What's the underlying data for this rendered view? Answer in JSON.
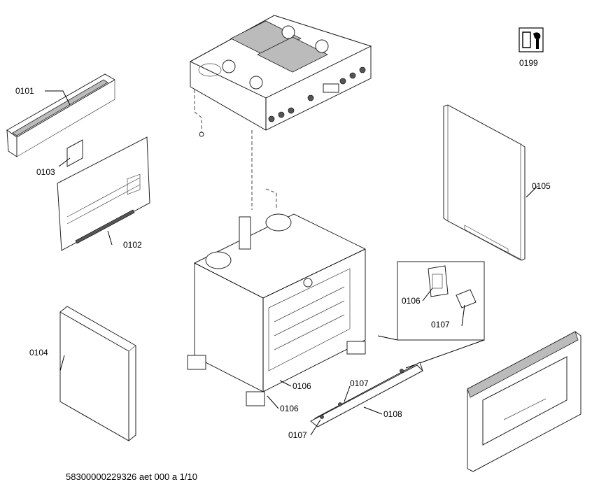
{
  "labels": {
    "p0101": "0101",
    "p0102": "0102",
    "p0103": "0103",
    "p0104": "0104",
    "p0105": "0105",
    "p0106_a": "0106",
    "p0106_b": "0106",
    "p0106_c": "0106",
    "p0107_a": "0107",
    "p0107_b": "0107",
    "p0107_c": "0107",
    "p0108": "0108",
    "p0199": "0199"
  },
  "footer": "58300000229326 aet 000 a 1/10",
  "icons": {
    "service": "service-wrench-icon"
  }
}
